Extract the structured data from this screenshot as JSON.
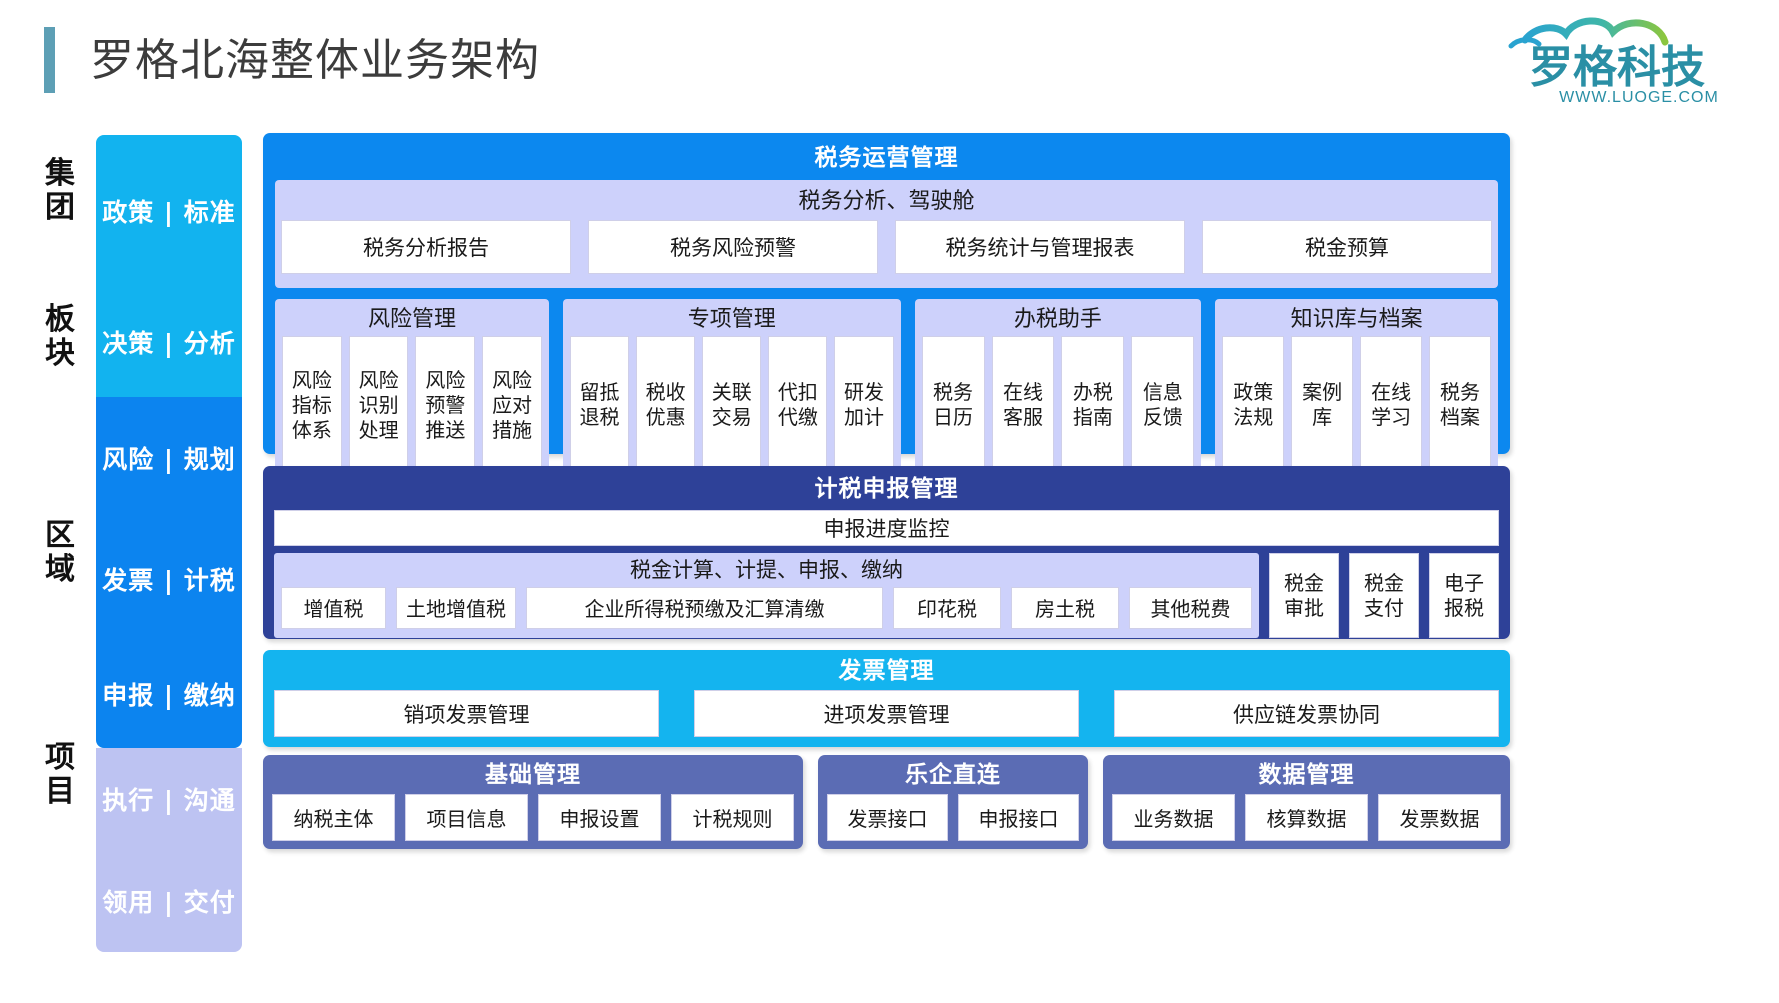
{
  "header": {
    "title": "罗格北海整体业务架构",
    "accent_color": "#5d9fb5",
    "logo": {
      "name": "罗格科技",
      "url": "WWW.LUOGE.COM",
      "colors": [
        "#2a9db5",
        "#7bc143"
      ]
    }
  },
  "rail": {
    "levels": [
      "集团",
      "板块",
      "区域",
      "项目"
    ],
    "bands": [
      {
        "label": "政策 | 标准",
        "color": "#12b3ef"
      },
      {
        "label": "决策 | 分析",
        "color": "#12b3ef"
      },
      {
        "label": "风险 | 规划",
        "color": "#0c84ef"
      },
      {
        "label": "发票 | 计税",
        "color": "#0c84ef"
      },
      {
        "label": "申报 | 缴纳",
        "color": "#0c84ef"
      },
      {
        "label": "执行 | 沟通",
        "color": "#bdc3f2"
      },
      {
        "label": "领用 | 交付",
        "color": "#bdc3f2"
      }
    ]
  },
  "operations": {
    "title": "税务运营管理",
    "color": "#0c88ef",
    "analysis": {
      "head": "税务分析、驾驶舱",
      "items": [
        "税务分析报告",
        "税务风险预警",
        "税务统计与管理报表",
        "税金预算"
      ]
    },
    "groups": [
      {
        "head": "风险管理",
        "items": [
          "风险\n指标\n体系",
          "风险\n识别\n处理",
          "风险\n预警\n推送",
          "风险\n应对\n措施"
        ]
      },
      {
        "head": "专项管理",
        "items": [
          "留抵\n退税",
          "税收\n优惠",
          "关联\n交易",
          "代扣\n代缴",
          "研发\n加计"
        ]
      },
      {
        "head": "办税助手",
        "items": [
          "税务\n日历",
          "在线\n客服",
          "办税\n指南",
          "信息\n反馈"
        ]
      },
      {
        "head": "知识库与档案",
        "items": [
          "政策\n法规",
          "案例\n库",
          "在线\n学习",
          "税务\n档案"
        ]
      }
    ]
  },
  "filing": {
    "title": "计税申报管理",
    "color": "#2e4198",
    "progress": "申报进度监控",
    "calc": {
      "head": "税金计算、计提、申报、缴纳",
      "items": [
        "增值税",
        "土地增值税",
        "企业所得税预缴及汇算清缴",
        "印花税",
        "房土税",
        "其他税费"
      ]
    },
    "side_items": [
      "税金\n审批",
      "税金\n支付",
      "电子\n报税"
    ]
  },
  "invoice": {
    "title": "发票管理",
    "color": "#14b4ef",
    "items": [
      "销项发票管理",
      "进项发票管理",
      "供应链发票协同"
    ]
  },
  "bottom": [
    {
      "title": "基础管理",
      "color": "#5b6cb4",
      "items": [
        "纳税主体",
        "项目信息",
        "申报设置",
        "计税规则"
      ]
    },
    {
      "title": "乐企直连",
      "color": "#5b6cb4",
      "items": [
        "发票接口",
        "申报接口"
      ]
    },
    {
      "title": "数据管理",
      "color": "#5b6cb4",
      "items": [
        "业务数据",
        "核算数据",
        "发票数据"
      ]
    }
  ]
}
